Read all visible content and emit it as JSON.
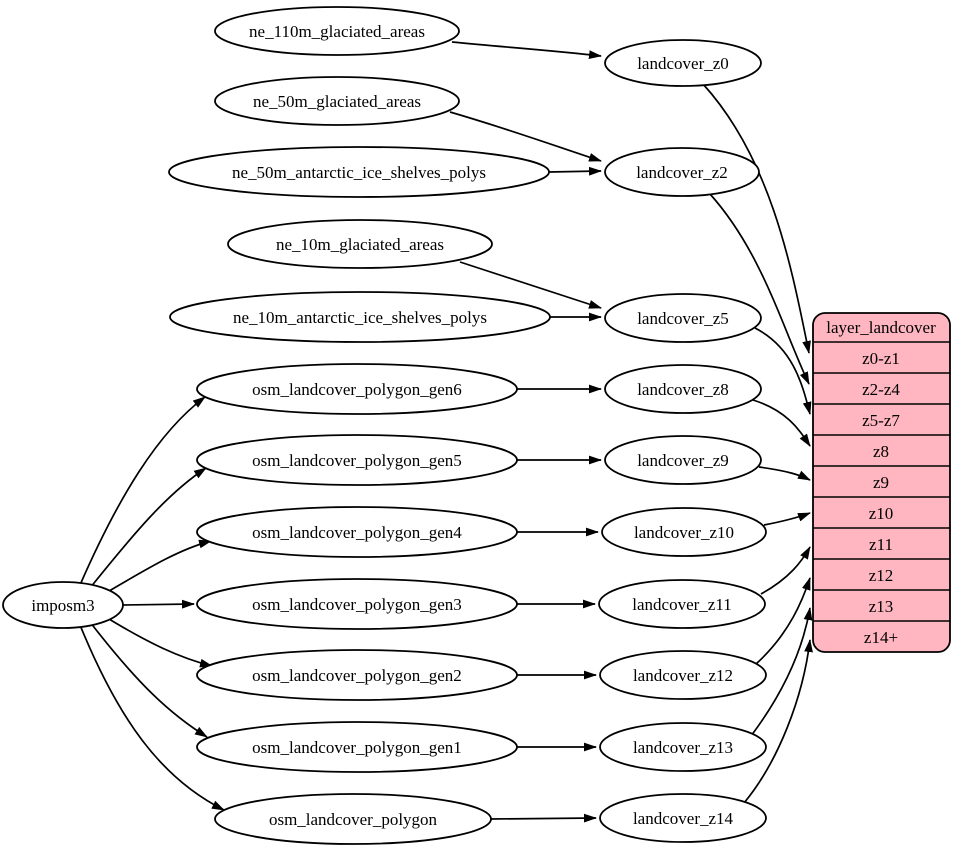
{
  "colors": {
    "background": "#ffffff",
    "node_fill": "#ffffff",
    "line": "#000000",
    "table_fill": "#ffb6c1"
  },
  "importer": {
    "label": "imposm3"
  },
  "sources": [
    "ne_110m_glaciated_areas",
    "ne_50m_glaciated_areas",
    "ne_50m_antarctic_ice_shelves_polys",
    "ne_10m_glaciated_areas",
    "ne_10m_antarctic_ice_shelves_polys",
    "osm_landcover_polygon_gen6",
    "osm_landcover_polygon_gen5",
    "osm_landcover_polygon_gen4",
    "osm_landcover_polygon_gen3",
    "osm_landcover_polygon_gen2",
    "osm_landcover_polygon_gen1",
    "osm_landcover_polygon"
  ],
  "tables": [
    "landcover_z0",
    "landcover_z2",
    "landcover_z5",
    "landcover_z8",
    "landcover_z9",
    "landcover_z10",
    "landcover_z11",
    "landcover_z12",
    "landcover_z13",
    "landcover_z14"
  ],
  "layer": {
    "header": "layer_landcover",
    "zoom_rows": [
      "z0-z1",
      "z2-z4",
      "z5-z7",
      "z8",
      "z9",
      "z10",
      "z11",
      "z12",
      "z13",
      "z14+"
    ]
  },
  "edges": [
    [
      "imposm3",
      "osm_landcover_polygon_gen6"
    ],
    [
      "imposm3",
      "osm_landcover_polygon_gen5"
    ],
    [
      "imposm3",
      "osm_landcover_polygon_gen4"
    ],
    [
      "imposm3",
      "osm_landcover_polygon_gen3"
    ],
    [
      "imposm3",
      "osm_landcover_polygon_gen2"
    ],
    [
      "imposm3",
      "osm_landcover_polygon_gen1"
    ],
    [
      "imposm3",
      "osm_landcover_polygon"
    ],
    [
      "ne_110m_glaciated_areas",
      "landcover_z0"
    ],
    [
      "ne_50m_glaciated_areas",
      "landcover_z2"
    ],
    [
      "ne_50m_antarctic_ice_shelves_polys",
      "landcover_z2"
    ],
    [
      "ne_10m_glaciated_areas",
      "landcover_z5"
    ],
    [
      "ne_10m_antarctic_ice_shelves_polys",
      "landcover_z5"
    ],
    [
      "osm_landcover_polygon_gen6",
      "landcover_z8"
    ],
    [
      "osm_landcover_polygon_gen5",
      "landcover_z9"
    ],
    [
      "osm_landcover_polygon_gen4",
      "landcover_z10"
    ],
    [
      "osm_landcover_polygon_gen3",
      "landcover_z11"
    ],
    [
      "osm_landcover_polygon_gen2",
      "landcover_z12"
    ],
    [
      "osm_landcover_polygon_gen1",
      "landcover_z13"
    ],
    [
      "osm_landcover_polygon",
      "landcover_z14"
    ],
    [
      "landcover_z0",
      "z0-z1"
    ],
    [
      "landcover_z2",
      "z2-z4"
    ],
    [
      "landcover_z5",
      "z5-z7"
    ],
    [
      "landcover_z8",
      "z8"
    ],
    [
      "landcover_z9",
      "z9"
    ],
    [
      "landcover_z10",
      "z10"
    ],
    [
      "landcover_z11",
      "z11"
    ],
    [
      "landcover_z12",
      "z12"
    ],
    [
      "landcover_z13",
      "z13"
    ],
    [
      "landcover_z14",
      "z14+"
    ]
  ]
}
